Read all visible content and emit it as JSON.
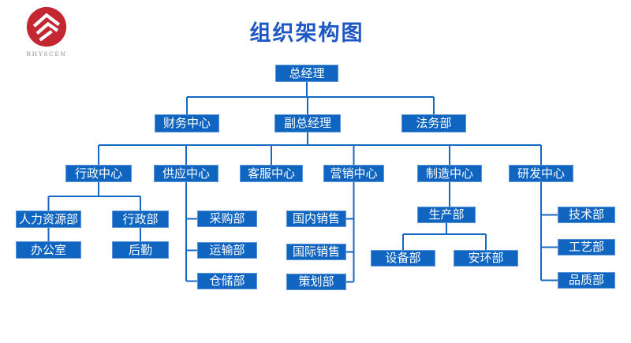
{
  "page_title": "组织架构图",
  "logo": {
    "brand": "RHYSCEN"
  },
  "colors": {
    "title": "#1d57c5",
    "node_fill": "#1065c1",
    "node_border": "#5c95d8",
    "node_text": "#ffffff",
    "connector": "#1569c5",
    "logo_red": "#c32731",
    "logo_text": "#8f8f8f"
  },
  "nodes": [
    {
      "id": "gm",
      "label": "总经理",
      "parent": null
    },
    {
      "id": "finance",
      "label": "财务中心",
      "parent": "gm"
    },
    {
      "id": "dgm",
      "label": "副总经理",
      "parent": "gm"
    },
    {
      "id": "legal",
      "label": "法务部",
      "parent": "gm"
    },
    {
      "id": "admin-center",
      "label": "行政中心",
      "parent": "dgm"
    },
    {
      "id": "supply-center",
      "label": "供应中心",
      "parent": "dgm"
    },
    {
      "id": "service-center",
      "label": "客服中心",
      "parent": "dgm"
    },
    {
      "id": "marketing-center",
      "label": "营销中心",
      "parent": "dgm"
    },
    {
      "id": "mfg-center",
      "label": "制造中心",
      "parent": "dgm"
    },
    {
      "id": "rd-center",
      "label": "研发中心",
      "parent": "dgm"
    },
    {
      "id": "hr",
      "label": "人力资源部",
      "parent": "admin-center"
    },
    {
      "id": "admin-dept",
      "label": "行政部",
      "parent": "admin-center"
    },
    {
      "id": "office",
      "label": "办公室",
      "parent": "hr"
    },
    {
      "id": "logistics",
      "label": "后勤",
      "parent": "admin-dept"
    },
    {
      "id": "procurement",
      "label": "采购部",
      "parent": "supply-center"
    },
    {
      "id": "transport",
      "label": "运输部",
      "parent": "supply-center"
    },
    {
      "id": "warehouse",
      "label": "仓储部",
      "parent": "supply-center"
    },
    {
      "id": "domestic-sales",
      "label": "国内销售",
      "parent": "marketing-center"
    },
    {
      "id": "intl-sales",
      "label": "国际销售",
      "parent": "marketing-center"
    },
    {
      "id": "planning",
      "label": "策划部",
      "parent": "marketing-center"
    },
    {
      "id": "production",
      "label": "生产部",
      "parent": "mfg-center"
    },
    {
      "id": "equipment",
      "label": "设备部",
      "parent": "production"
    },
    {
      "id": "safety-env",
      "label": "安环部",
      "parent": "production"
    },
    {
      "id": "tech",
      "label": "技术部",
      "parent": "rd-center"
    },
    {
      "id": "process",
      "label": "工艺部",
      "parent": "rd-center"
    },
    {
      "id": "quality",
      "label": "品质部",
      "parent": "rd-center"
    }
  ]
}
